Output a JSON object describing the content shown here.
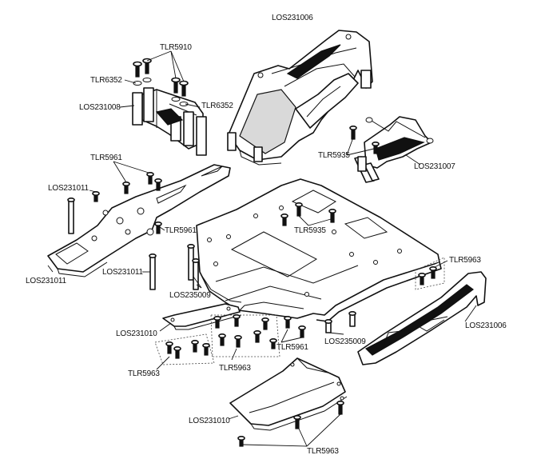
{
  "labels": {
    "top_cover": "LOS231006",
    "brace_screws": "TLR5910",
    "brace_washers_left": "TLR6352",
    "front_bulkhead": "LOS231008",
    "brace_washers_right": "TLR6352",
    "rear_mount_screws": "TLR5935",
    "rear_mount": "LOS231007",
    "top_deck_screws": "TLR5961",
    "top_deck_post_left": "LOS231011",
    "top_deck": "LOS231011",
    "top_deck_screw_single": "TLR5961",
    "top_deck_post": "LOS231011",
    "chassis_posts_left": "LOS235009",
    "chassis_screws_center": "TLR5935",
    "side_guard_screws": "TLR5963",
    "side_guard": "LOS231006",
    "front_skid": "LOS231010",
    "front_skid_screws": "TLR5963",
    "bottom_screws_middle": "TLR5963",
    "bottom_screws_right": "TLR5961",
    "chassis_posts_right": "LOS235009",
    "rear_skid": "LOS231010",
    "rear_skid_screws": "TLR5963"
  },
  "colors": {
    "line": "#111111",
    "fill": "#ffffff"
  }
}
